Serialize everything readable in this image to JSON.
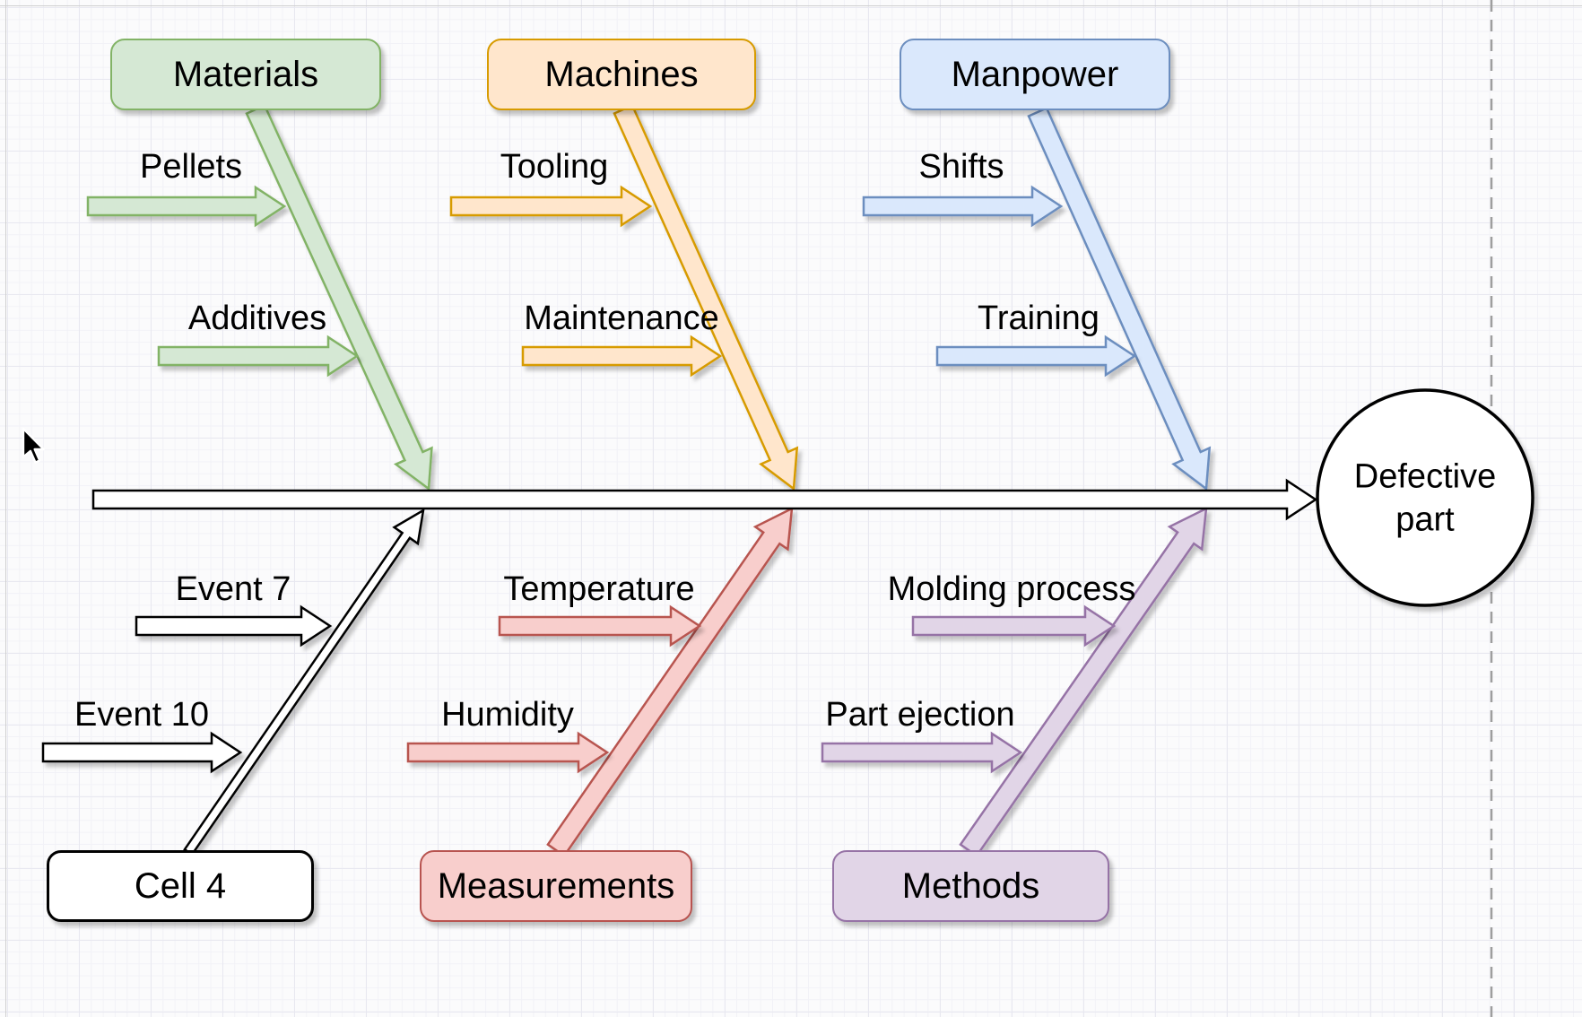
{
  "diagram": {
    "type": "fishbone-cause-effect",
    "effect": {
      "label": "Defective part",
      "shape": "circle",
      "fill": "#ffffff",
      "stroke": "#000000"
    },
    "spine": {
      "fill": "#ffffff",
      "stroke": "#000000",
      "direction": "right"
    },
    "categories": [
      {
        "id": "materials",
        "label": "Materials",
        "side": "top",
        "fill": "#d5e8d4",
        "stroke": "#82b366",
        "causes": [
          {
            "label": "Pellets"
          },
          {
            "label": "Additives"
          }
        ]
      },
      {
        "id": "machines",
        "label": "Machines",
        "side": "top",
        "fill": "#ffe6cc",
        "stroke": "#d79b00",
        "causes": [
          {
            "label": "Tooling"
          },
          {
            "label": "Maintenance"
          }
        ]
      },
      {
        "id": "manpower",
        "label": "Manpower",
        "side": "top",
        "fill": "#dae8fc",
        "stroke": "#6c8ebf",
        "causes": [
          {
            "label": "Shifts"
          },
          {
            "label": "Training"
          }
        ]
      },
      {
        "id": "cell-4",
        "label": "Cell 4",
        "side": "bottom",
        "fill": "#ffffff",
        "stroke": "#000000",
        "causes": [
          {
            "label": "Event 7"
          },
          {
            "label": "Event 10"
          }
        ]
      },
      {
        "id": "measurements",
        "label": "Measurements",
        "side": "bottom",
        "fill": "#f8cecc",
        "stroke": "#b85450",
        "causes": [
          {
            "label": "Temperature"
          },
          {
            "label": "Humidity"
          }
        ]
      },
      {
        "id": "methods",
        "label": "Methods",
        "side": "bottom",
        "fill": "#e1d5e7",
        "stroke": "#9673a6",
        "causes": [
          {
            "label": "Molding process"
          },
          {
            "label": "Part ejection"
          }
        ]
      }
    ],
    "guides": {
      "dashed_page_boundary_color": "#9e9e9e"
    },
    "cursor": "arrow-pointer"
  }
}
